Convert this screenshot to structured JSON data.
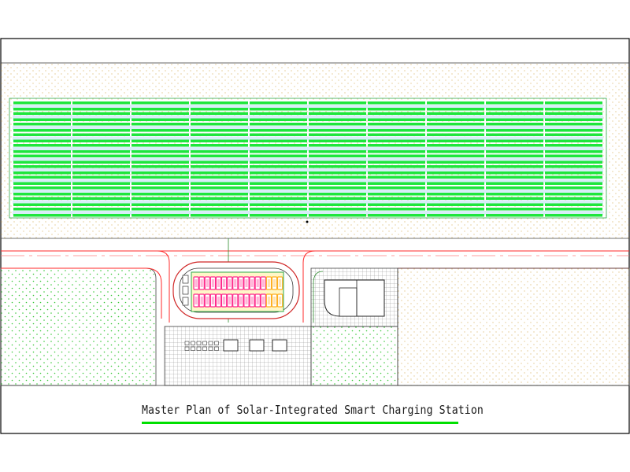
{
  "title": "Master Plan of Solar-Integrated Smart Charging Station",
  "colors": {
    "frame": "#000000",
    "solar_panel": "#1ee63c",
    "solar_gap": "#d7eef7",
    "road_line": "#ff2a2a",
    "dot_field": "#e3c98f",
    "green_dot": "#38c838",
    "grid": "#8a8a8a",
    "ev_stall": "#ff2a8c",
    "ev_stall_alt": "#ffb020",
    "underline": "#00e000"
  },
  "solar_field": {
    "rows": 11,
    "columns": 10
  },
  "parking": {
    "stalls_per_row": 16,
    "rows": 2
  }
}
